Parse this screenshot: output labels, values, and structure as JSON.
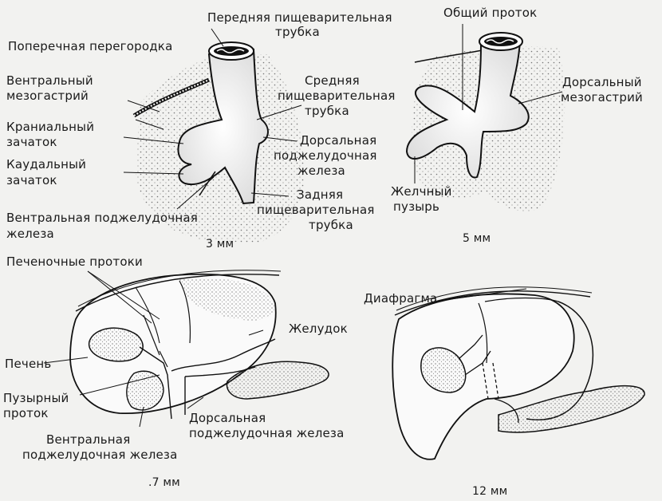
{
  "panel_3mm": {
    "top_label_1": "Передняя  пищеварительная",
    "top_label_2": "трубка",
    "transverse_septum": "Поперечная перегородка",
    "ventral_mesogastrium_1": "Вентральный",
    "ventral_mesogastrium_2": "мезогастрий",
    "cranial_bud_1": "Краниальный",
    "cranial_bud_2": "зачаток",
    "caudal_bud_1": "Каудальный",
    "caudal_bud_2": "зачаток",
    "ventral_pancreas_1": "Вентральная поджелудочная",
    "ventral_pancreas_2": "железа",
    "midgut_1": "Средняя",
    "midgut_2": "пищеварительная",
    "midgut_3": "трубка",
    "dorsal_pancreas_1": "Дорсальная",
    "dorsal_pancreas_2": "поджелудочная",
    "dorsal_pancreas_3": "железа",
    "hindgut_1": "Задняя",
    "hindgut_2": "пищеварительная",
    "hindgut_3": "трубка",
    "scale": "3 мм"
  },
  "panel_5mm": {
    "common_duct": "Общий проток",
    "dorsal_mesogastrium_1": "Дорсальный",
    "dorsal_mesogastrium_2": "мезогастрий",
    "gallbladder_1": "Желчный",
    "gallbladder_2": "пузырь",
    "scale": "5 мм"
  },
  "panel_7mm": {
    "hepatic_ducts": "Печеночные протоки",
    "stomach": "Желудок",
    "liver": "Печень",
    "cystic_duct_1": "Пузырный",
    "cystic_duct_2": "проток",
    "dorsal_pancreas_1": "Дорсальная",
    "dorsal_pancreas_2": "поджелудочная железа",
    "ventral_pancreas_1": "Вентральная",
    "ventral_pancreas_2": "поджелудочная железа",
    "scale": ".7 мм"
  },
  "panel_12mm": {
    "diaphragm": "Диафрагма",
    "scale": "12 мм"
  }
}
